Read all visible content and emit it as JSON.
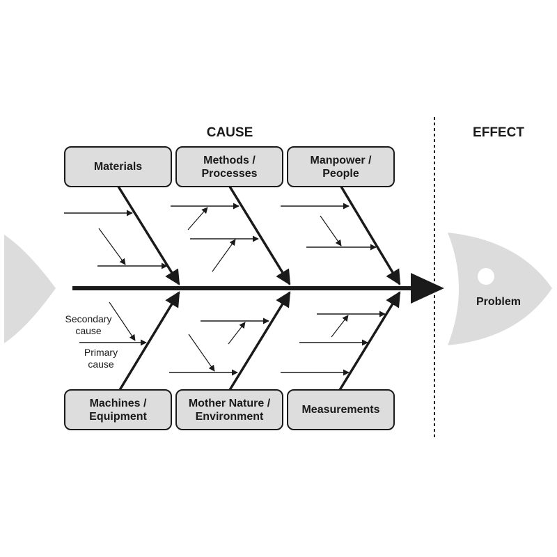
{
  "headings": {
    "cause": "CAUSE",
    "effect": "EFFECT"
  },
  "categories": {
    "materials": "Materials",
    "methods": "Methods /\nProcesses",
    "manpower": "Manpower /\nPeople",
    "machines": "Machines /\nEquipment",
    "environment": "Mother Nature /\nEnvironment",
    "measurements": "Measurements"
  },
  "legend": {
    "secondary": "Secondary\ncause",
    "primary": "Primary\ncause"
  },
  "effect": {
    "label": "Problem"
  },
  "colors": {
    "line": "#1a1a1a",
    "box_fill": "#dddddd",
    "fish": "#dcdcdc"
  }
}
